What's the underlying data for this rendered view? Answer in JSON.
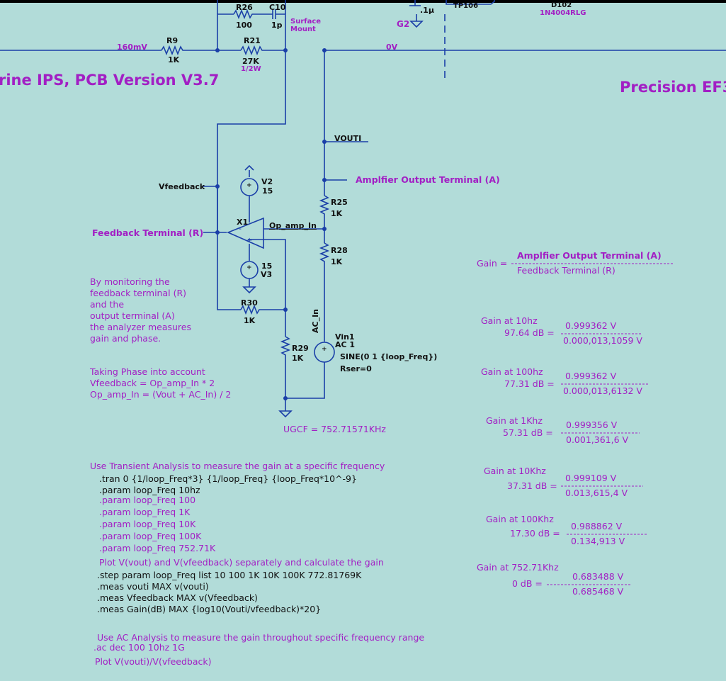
{
  "titles": {
    "left": "rine IPS, PCB Version V3.7",
    "right": "Precision EF3"
  },
  "components": {
    "r26": {
      "name": "R26",
      "value": "100"
    },
    "c10": {
      "name": "C10",
      "value": "1p"
    },
    "c10_note": "Surface\nMount",
    "r9": {
      "name": "R9",
      "value": "1K"
    },
    "r21": {
      "name": "R21",
      "value": "27K",
      "power": "1/2W"
    },
    "g2": "G2",
    "cap_top": ".1μ",
    "tp106": "TP106",
    "d102": {
      "name": "D102",
      "part": "1N4004RLG"
    },
    "v2": {
      "name": "V2",
      "value": "15"
    },
    "v3": {
      "name": "V3",
      "value": "15"
    },
    "x1": "X1",
    "r25": {
      "name": "R25",
      "value": "1K"
    },
    "r28": {
      "name": "R28",
      "value": "1K"
    },
    "r30": {
      "name": "R30",
      "value": "1K"
    },
    "r29": {
      "name": "R29",
      "value": "1K"
    },
    "vin1": {
      "name": "Vin1",
      "value": "AC 1",
      "sine": "SINE(0 1 {loop_Freq})",
      "rser": "Rser=0"
    }
  },
  "nets": {
    "mv160": "160mV",
    "ov": "0V",
    "vouti": "VOUTI",
    "vfeedback": "Vfeedback",
    "op_amp_in": "Op_amp_In",
    "ac_in": "AC_In"
  },
  "terminals": {
    "output": "Amplfier Output Terminal (A)",
    "feedback": "Feedback Terminal (R)"
  },
  "notes": {
    "monitor": [
      "By monitoring the",
      "feedback terminal (R)",
      "and the",
      "output terminal (A)",
      "the analyzer measures",
      "gain and phase."
    ],
    "phase": [
      "Taking Phase into account",
      "Vfeedback = Op_amp_In * 2",
      "Op_amp_In = (Vout + AC_In) / 2"
    ],
    "ugcf": "UGCF = 752.71571KHz"
  },
  "transient": {
    "heading": "Use Transient Analysis to measure the gain at a specific frequency",
    "lines": [
      ".tran 0 {1/loop_Freq*3} {1/loop_Freq}  {loop_Freq*10^-9}",
      ".param loop_Freq 10hz",
      ".param loop_Freq 100",
      ".param loop_Freq 1K",
      ".param loop_Freq 10K",
      ".param loop_Freq 100K",
      ".param loop_Freq 752.71K"
    ],
    "plot": "Plot V(vout) and V(vfeedback) separately and calculate the gain",
    "meas": [
      ".step param loop_Freq list 10 100 1K 10K 100K 772.81769K",
      ".meas vouti MAX v(vouti)",
      ".meas Vfeedback MAX v(Vfeedback)",
      ".meas Gain(dB) MAX {log10(Vouti/vfeedback)*20}"
    ]
  },
  "ac": {
    "heading": "Use AC Analysis to measure the gain throughout specific frequency range",
    "cmd": ".ac dec 100 10hz 1G",
    "plot": "Plot V(vouti)/V(vfeedback)"
  },
  "gain_formula": {
    "label": "Gain =",
    "numerator": "Amplfier Output Terminal (A)",
    "denominator": "Feedback Terminal (R)"
  },
  "gains": [
    {
      "title": "Gain at 10hz",
      "db": "97.64 dB =",
      "num": "0.999362 V",
      "den": "0.000,013,1059 V"
    },
    {
      "title": "Gain at 100hz",
      "db": "77.31 dB =",
      "num": "0.999362 V",
      "den": "0.000,013,6132 V"
    },
    {
      "title": "Gain at 1Khz",
      "db": "57.31 dB =",
      "num": "0.999356 V",
      "den": "0.001,361,6 V"
    },
    {
      "title": "Gain at 10Khz",
      "db": "37.31 dB =",
      "num": "0.999109 V",
      "den": "0.013,615,4 V"
    },
    {
      "title": "Gain at 100Khz",
      "db": "17.30 dB =",
      "num": "0.988862 V",
      "den": "0.134,913 V"
    },
    {
      "title": "Gain at 752.71Khz",
      "db": "0 dB =",
      "num": "0.683488 V",
      "den": "0.685468 V"
    }
  ],
  "colors": {
    "background": "#b2dcd9",
    "wire": "#1a3fa8",
    "annotation": "#a21fc4"
  }
}
